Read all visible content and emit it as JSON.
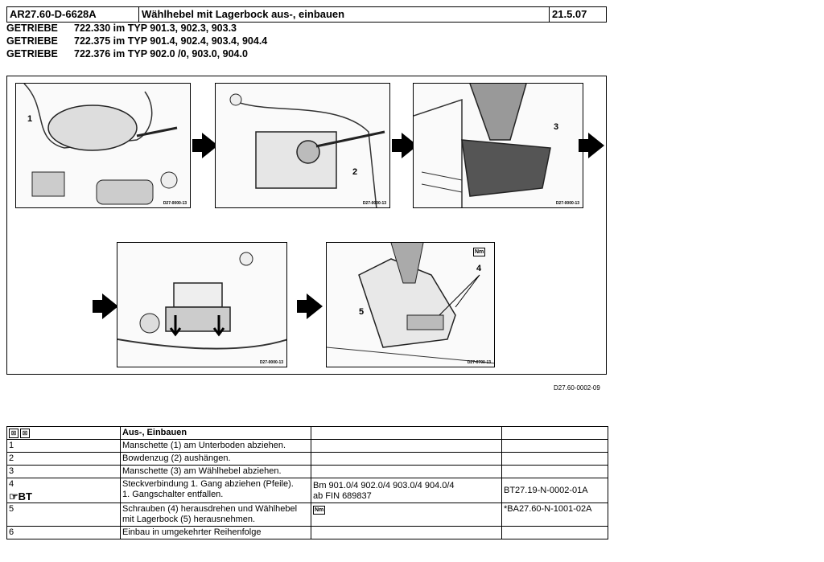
{
  "header": {
    "doc_number": "AR27.60-D-6628A",
    "title": "Wählhebel mit Lagerbock aus-, einbauen",
    "date": "21.5.07"
  },
  "transmissions": [
    {
      "label": "GETRIEBE",
      "text": "722.330 im TYP 901.3, 902.3, 903.3"
    },
    {
      "label": "GETRIEBE",
      "text": "722.375 im TYP 901.4, 902.4, 903.4, 904.4"
    },
    {
      "label": "GETRIEBE",
      "text": "722.376 im TYP 902.0 /0, 903.0, 904.0"
    }
  ],
  "figure": {
    "panel_codes": [
      "D27-0000-13",
      "D27-0000-13",
      "D27-0000-13",
      "D27-0000-13",
      "D27-0700-13"
    ],
    "callouts": {
      "p1": "1",
      "p2": "2",
      "p3": "3",
      "p5a": "4",
      "p5b": "5"
    },
    "nm_label": "Nm",
    "reference": "D27.60-0002-09"
  },
  "table": {
    "head": {
      "action": "Aus-, Einbauen"
    },
    "rows": [
      {
        "num": "1",
        "text": "Manschette (1) am Unterboden abziehen.",
        "scope": "",
        "ref": ""
      },
      {
        "num": "2",
        "text": "Bowdenzug (2) aushängen.",
        "scope": "",
        "ref": ""
      },
      {
        "num": "3",
        "text": "Manschette (3) am Wählhebel abziehen.",
        "scope": "",
        "ref": ""
      },
      {
        "num": "4",
        "sub": "BT",
        "text": "Steckverbindung 1. Gang abziehen (Pfeile).",
        "text2": "1. Gangschalter entfallen.",
        "scope": "Bm 901.0/4 902.0/4 903.0/4 904.0/4",
        "scope2": "ab FIN 689837",
        "ref": "BT27.19-N-0002-01A"
      },
      {
        "num": "5",
        "text": "Schrauben (4) herausdrehen und Wählhebel",
        "text2": "mit Lagerbock (5) herausnehmen.",
        "scope": "Nm",
        "ref": "*BA27.60-N-1001-02A"
      },
      {
        "num": "6",
        "text": "Einbau in umgekehrter Reihenfolge",
        "scope": "",
        "ref": ""
      }
    ]
  }
}
